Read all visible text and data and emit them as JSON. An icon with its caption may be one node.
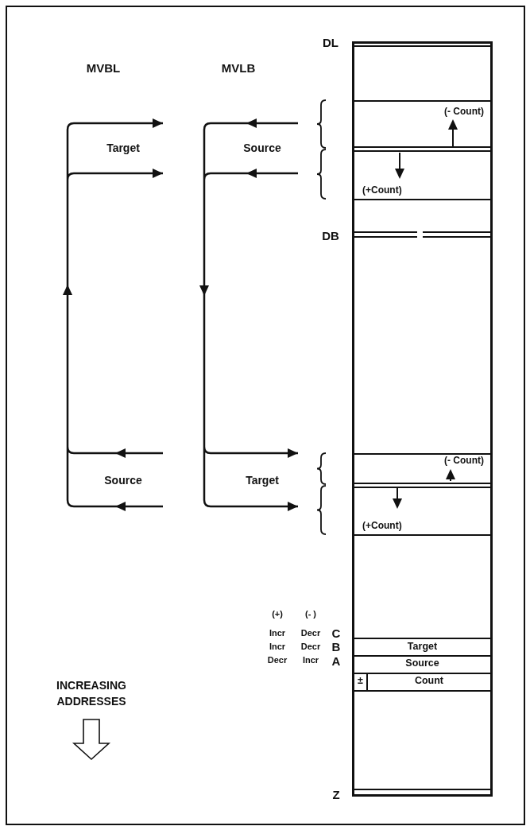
{
  "diagram": {
    "nodes": [
      {
        "text": [],
        "shape": "box"
      },
      {
        "text": [
          "(- Count)"
        ],
        "in": 0
      },
      {
        "text": [
          "(+Count)"
        ],
        "in": 0
      },
      {
        "text": [
          "(- Count)"
        ],
        "in": 0
      },
      {
        "text": [
          "(+Count)"
        ],
        "in": 0
      },
      {
        "text": [
          "Target"
        ],
        "in": 0
      },
      {
        "text": [
          "Source"
        ],
        "in": 0
      },
      {
        "text": [
          "±"
        ],
        "in": 0
      },
      {
        "text": [
          "Count"
        ],
        "in": 0
      }
    ],
    "labels": [
      "MVBL",
      "MVLB",
      "DL",
      "Target",
      "Source",
      "DB",
      "Source",
      "Target",
      "(+)",
      "(- )",
      "Incr",
      "Decr",
      "C",
      "Incr",
      "Decr",
      "B",
      "INCREASING ADDRESSES",
      "Decr",
      "Incr",
      "A",
      "Z"
    ]
  }
}
